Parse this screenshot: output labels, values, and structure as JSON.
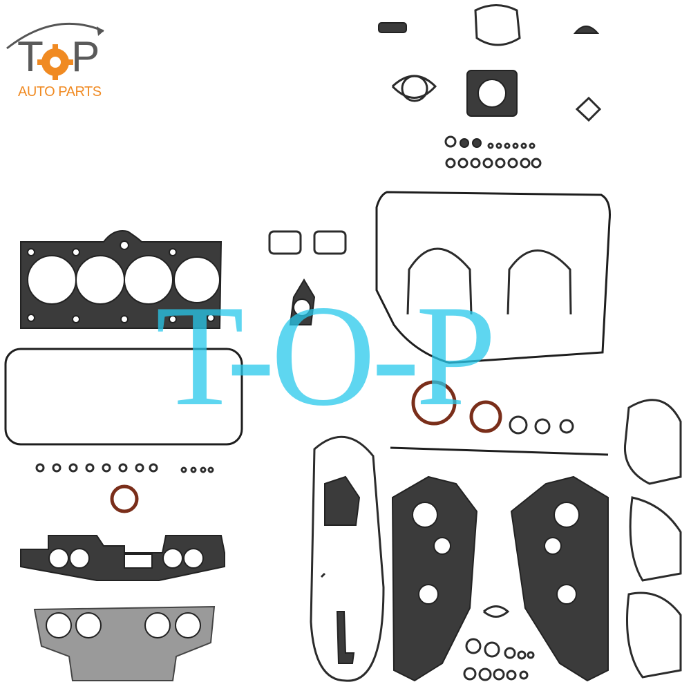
{
  "logo": {
    "word_left": "T",
    "word_right": "P",
    "subtitle": "AUTO PARTS",
    "gear_color": "#f08a22",
    "text_color": "#5a5a5a",
    "icon": "gear-icon"
  },
  "watermark": {
    "text": "T-O-P",
    "color": "#28c8eb"
  },
  "product": {
    "subject": "full engine gasket kit laid out on white background",
    "gasket_color": "#3a3a3a",
    "seal_color": "#a0522d"
  }
}
